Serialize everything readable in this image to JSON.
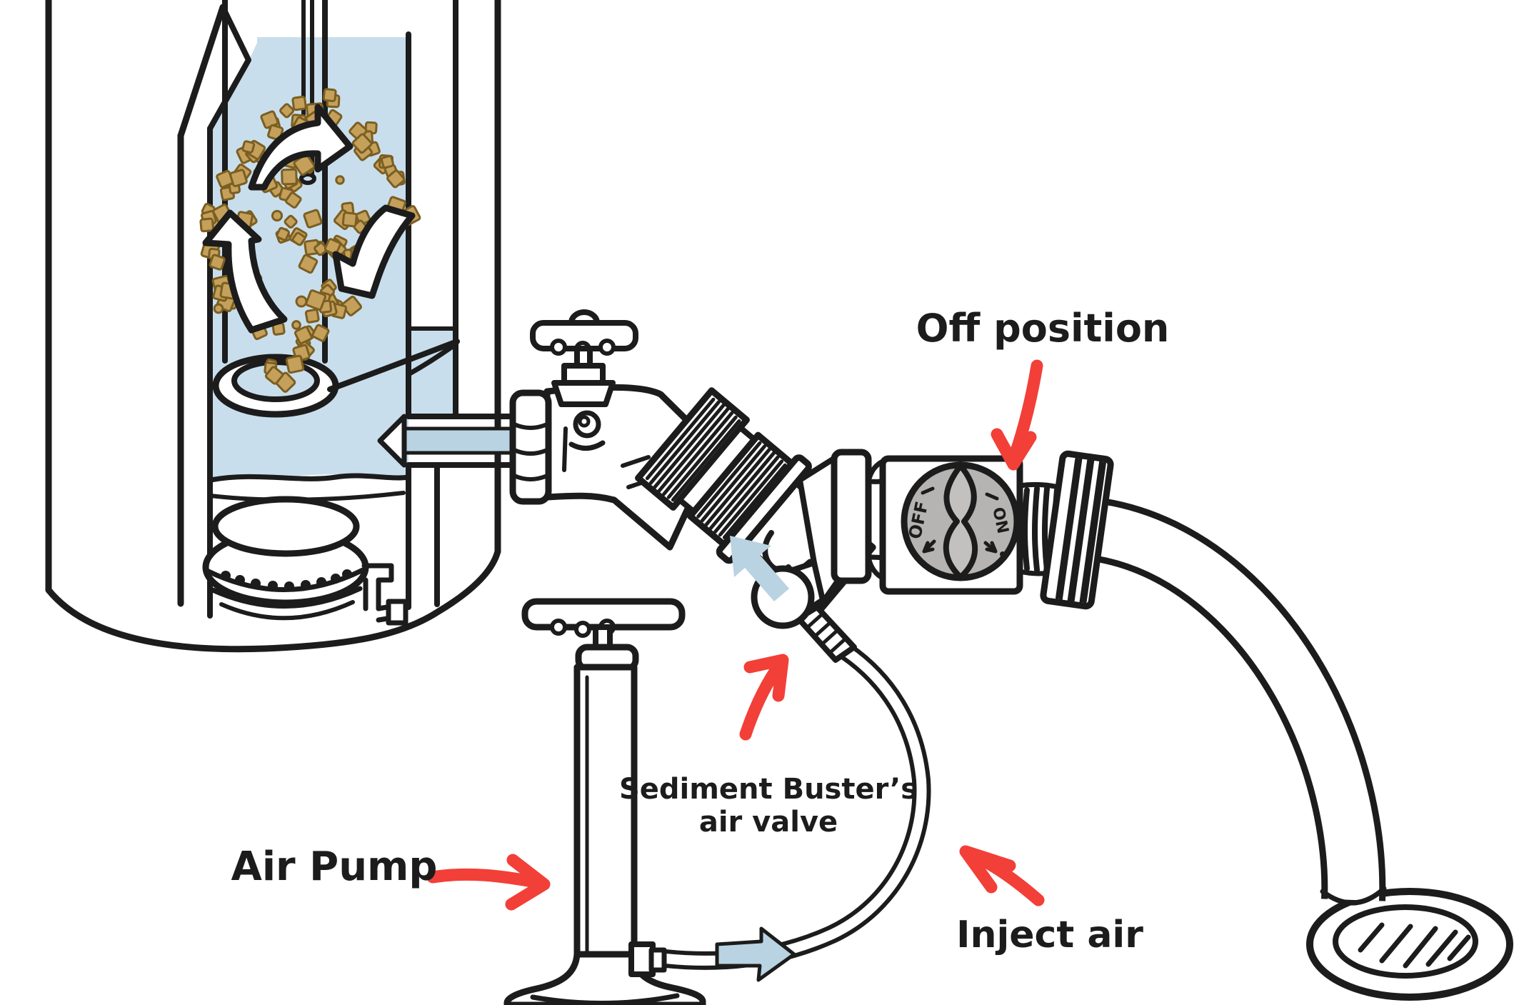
{
  "labels": {
    "off_position": "Off position",
    "sediment_buster_line1": "Sediment Buster’s",
    "sediment_buster_line2": "air valve",
    "air_pump": "Air Pump",
    "inject_air": "Inject air",
    "valve_off": "OFF",
    "valve_on": "ON"
  },
  "colors": {
    "red": "#f23f38",
    "water": "#c9deec",
    "flow": "#b9d3e2",
    "sed": "#c4a05a",
    "sed_dark": "#7a5e22",
    "knob": "#b5b4b3",
    "knob_ridge": "#c2c1c0",
    "ink": "#1c1c1c",
    "bg": "#ffffff"
  },
  "icons": {
    "red_annotation_arrows": [
      "off-position-arrow",
      "air-valve-arrow",
      "air-pump-arrow",
      "inject-air-arrow"
    ],
    "flow_arrows": [
      "water-into-tank-arrow",
      "air-up-into-device-arrow",
      "air-through-hose-arrow"
    ],
    "circulation_arrows_count": 3
  }
}
